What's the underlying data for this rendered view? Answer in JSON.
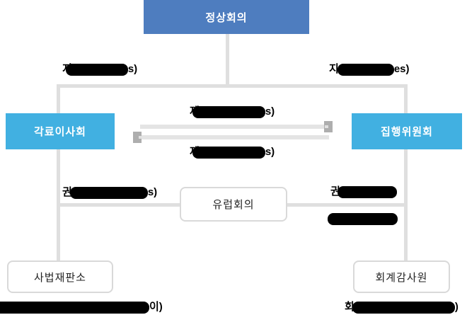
{
  "nodes": {
    "summit": "정상회의",
    "council": "각료이사회",
    "commission": "집행위원회",
    "european_council": "유럽회의",
    "court_of_justice": "사법재판소",
    "court_of_auditors": "회계감사원"
  },
  "labels": {
    "top_left": {
      "prefix": "지",
      "suffix": "s)",
      "redacted": true
    },
    "top_right": {
      "prefix": "지",
      "suffix": "es)",
      "redacted": true
    },
    "mid_top": {
      "prefix": "제",
      "suffix": "s)",
      "redacted": true
    },
    "mid_bottom": {
      "prefix": "제",
      "suffix": "s)",
      "redacted": true
    },
    "council_out": {
      "prefix": "권",
      "suffix": "s)",
      "redacted": true
    },
    "commission_out_1": {
      "prefix": "권",
      "suffix": "",
      "redacted": true
    },
    "commission_out_2": {
      "prefix": "",
      "suffix": "",
      "redacted": true
    },
    "justice_note": {
      "prefix": "",
      "suffix": "이)",
      "redacted": true
    },
    "auditors_note": {
      "prefix": "회",
      "suffix": ")",
      "redacted": true
    }
  },
  "colors": {
    "summit_box": "#4e7dbf",
    "side_box": "#41b0e1",
    "connector": "#dfdfdf",
    "arrow_bar": "#e4e4e4",
    "arrow_head": "#aeaeae",
    "outline_border": "#d9d9d9",
    "redaction": "#000000"
  }
}
